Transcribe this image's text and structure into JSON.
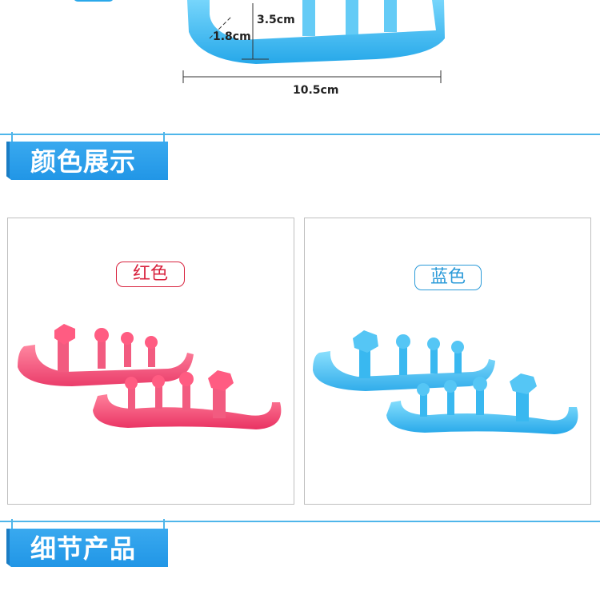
{
  "dimensions": {
    "length": "10.5cm",
    "height": "3.5cm",
    "width": "1.8cm"
  },
  "sections": {
    "color_display": "颜色展示",
    "product_details": "细节产品"
  },
  "variants": [
    {
      "label": "红色",
      "color": "#f0406a"
    },
    {
      "label": "蓝色",
      "color": "#2fb2ee"
    }
  ],
  "colors": {
    "accent": "#2196e6",
    "red_product": "#f0406a",
    "blue_product": "#2fb2ee"
  }
}
